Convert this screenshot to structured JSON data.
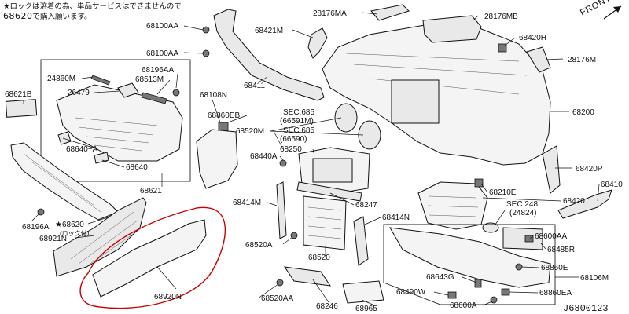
{
  "note": {
    "line1": "★ロックは溶着の為、単品サービスはできませんので",
    "line2_code": "68620",
    "line2_rest": "で購入願います。"
  },
  "front_label": "FRONT",
  "diagram_id": "J6800123",
  "labels": {
    "p68100AA_a": "68100AA",
    "p68100AA_b": "68100AA",
    "p68411": "68411",
    "p28176MA": "28176MA",
    "p28176MB": "28176MB",
    "p68421M": "68421M",
    "p68420H": "68420H",
    "p28176M": "28176M",
    "p68200": "68200",
    "p68196AA": "68196AA",
    "p24860M": "24860M",
    "p68513M": "68513M",
    "p68621B": "68621B",
    "p26479": "26479",
    "p68108N": "68108N",
    "p68860EB": "68860EB",
    "sec685a": "SEC.685",
    "sec685a_sub": "(66591M)",
    "sec685b": "SEC.685",
    "sec685b_sub": "(66590)",
    "p68520M": "68520M",
    "p68250": "68250",
    "p68440A": "68440A",
    "p68640A": "68640+A",
    "p68640": "68640",
    "p68621": "68621",
    "p68196A": "68196A",
    "p68620": "★68620",
    "p68620_sub": "(ロック付)",
    "p68921N": "68921N",
    "p68920N": "68920N",
    "p68414M": "68414M",
    "p68247": "68247",
    "p68414N": "68414N",
    "p68520A": "68520A",
    "p68520": "68520",
    "p68520AA": "68520AA",
    "p68246": "68246",
    "p68965": "68965",
    "p68210E": "68210E",
    "p68420P": "68420P",
    "p68410": "68410",
    "p68420": "68420",
    "sec248": "SEC.248",
    "sec248_sub": "(24824)",
    "p68600AA": "68600AA",
    "p68485R": "68485R",
    "p68860E": "68860E",
    "p68106M": "68106M",
    "p68643G": "68643G",
    "p68490W": "68490W",
    "p68860EA": "68860EA",
    "p68600A": "68600A"
  }
}
